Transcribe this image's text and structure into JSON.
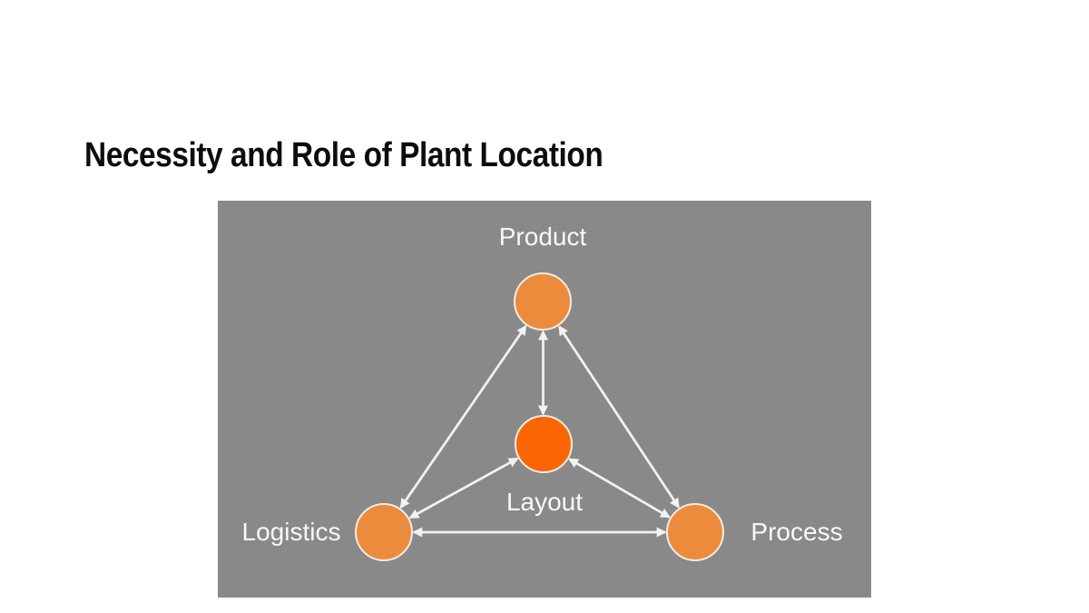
{
  "slide": {
    "title": "Necessity and Role of Plant Location",
    "title_color": "#0D0D0D",
    "background_color": "#FFFFFF"
  },
  "diagram": {
    "type": "relationship-diagram",
    "description": "Four factors connected by two-way arrows forming a triangle with a central hub",
    "background_color": "#898989",
    "arrow_color": "#F2F2F2",
    "node_border_color": "#F2EDE4",
    "nodes": [
      {
        "id": "product",
        "label": "Product",
        "fill": "#ED8B3D",
        "position": "top-center"
      },
      {
        "id": "layout",
        "label": "Layout",
        "fill": "#FB6604",
        "position": "center"
      },
      {
        "id": "logistics",
        "label": "Logistics",
        "fill": "#ED8B3D",
        "position": "bottom-left"
      },
      {
        "id": "process",
        "label": "Process",
        "fill": "#ED8B3D",
        "position": "bottom-right"
      }
    ],
    "edges": [
      {
        "from": "Product",
        "to": "Layout",
        "bidirectional": true
      },
      {
        "from": "Product",
        "to": "Logistics",
        "bidirectional": true
      },
      {
        "from": "Product",
        "to": "Process",
        "bidirectional": true
      },
      {
        "from": "Layout",
        "to": "Logistics",
        "bidirectional": true
      },
      {
        "from": "Layout",
        "to": "Process",
        "bidirectional": true
      },
      {
        "from": "Logistics",
        "to": "Process",
        "bidirectional": true
      }
    ]
  }
}
